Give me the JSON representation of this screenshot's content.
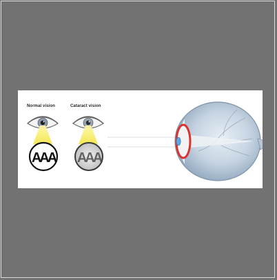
{
  "diagram": {
    "labels": {
      "normal": "Normal vision",
      "cataract": "Cataract vision"
    },
    "chart_letters": {
      "normal": "AAA",
      "cataract": "AAA"
    },
    "colors": {
      "background": "#727272",
      "panel": "#ffffff",
      "light_beam": "#f5ee6a",
      "lens_highlight": "#d8342f",
      "eyeball": "#c7d6e3"
    }
  }
}
